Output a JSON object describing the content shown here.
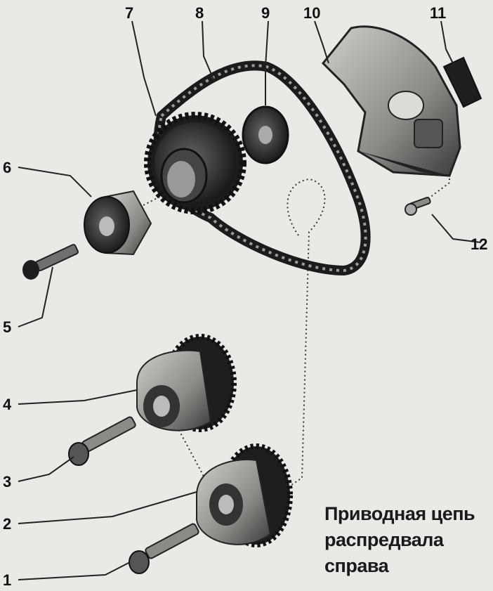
{
  "callouts": [
    {
      "id": 1,
      "label": "1"
    },
    {
      "id": 2,
      "label": "2"
    },
    {
      "id": 3,
      "label": "3"
    },
    {
      "id": 4,
      "label": "4"
    },
    {
      "id": 5,
      "label": "5"
    },
    {
      "id": 6,
      "label": "6"
    },
    {
      "id": 7,
      "label": "7"
    },
    {
      "id": 8,
      "label": "8"
    },
    {
      "id": 9,
      "label": "9"
    },
    {
      "id": 10,
      "label": "10"
    },
    {
      "id": 11,
      "label": "11"
    },
    {
      "id": 12,
      "label": "12"
    }
  ],
  "caption": {
    "line1": "Приводная цепь",
    "line2": "распредвала",
    "line3": "справа"
  },
  "colors": {
    "background": "#e9e9e6",
    "ink": "#1a1a1a",
    "metal_dark": "#2b2b2b",
    "metal_mid": "#6e6e6e",
    "metal_light": "#b5b5b0"
  }
}
